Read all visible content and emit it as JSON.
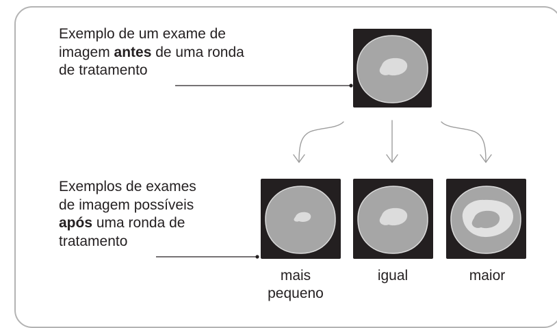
{
  "before_caption": {
    "line1": "Exemplo de um exame de",
    "line2_pre": "imagem ",
    "line2_bold": "antes",
    "line2_post": " de uma ronda",
    "line3": "de tratamento"
  },
  "after_caption": {
    "line1": "Exemplos de exames",
    "line2": "de imagem possíveis",
    "line3_bold": "após",
    "line3_post": " uma ronda de",
    "line4": "tratamento"
  },
  "outcomes": {
    "smaller_line1": "mais",
    "smaller_line2": "pequeno",
    "same": "igual",
    "larger": "maior"
  },
  "colors": {
    "scan_background": "#231f20",
    "organ": "#a6a6a6",
    "tumor": "#dcdcdc",
    "arrow": "#9d9d9d",
    "frame": "#b3b3b3"
  }
}
